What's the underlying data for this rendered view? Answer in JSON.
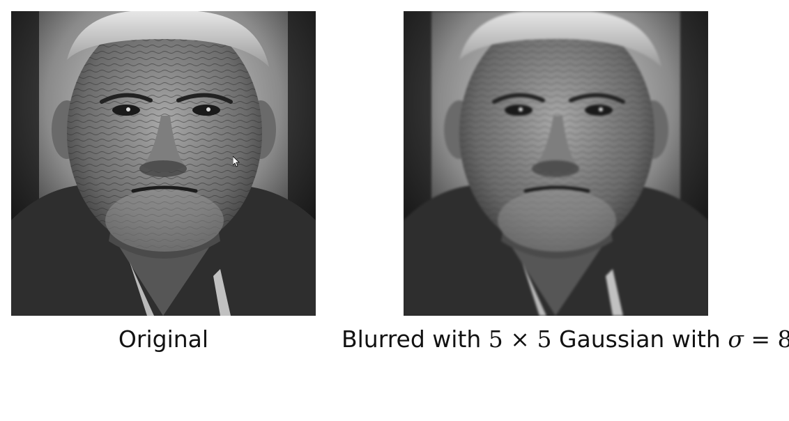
{
  "figures": [
    {
      "caption": "Original"
    },
    {
      "caption_parts": {
        "prefix": "Blurred with ",
        "size_a": "5",
        "times": "×",
        "size_b": "5",
        "middle": " Gaussian with ",
        "sigma": "σ",
        "equals": "=",
        "sigma_value": "8"
      }
    }
  ],
  "icons": {
    "cursor": "mouse-pointer-icon"
  },
  "colors": {
    "background": "#ffffff",
    "text": "#111111"
  }
}
